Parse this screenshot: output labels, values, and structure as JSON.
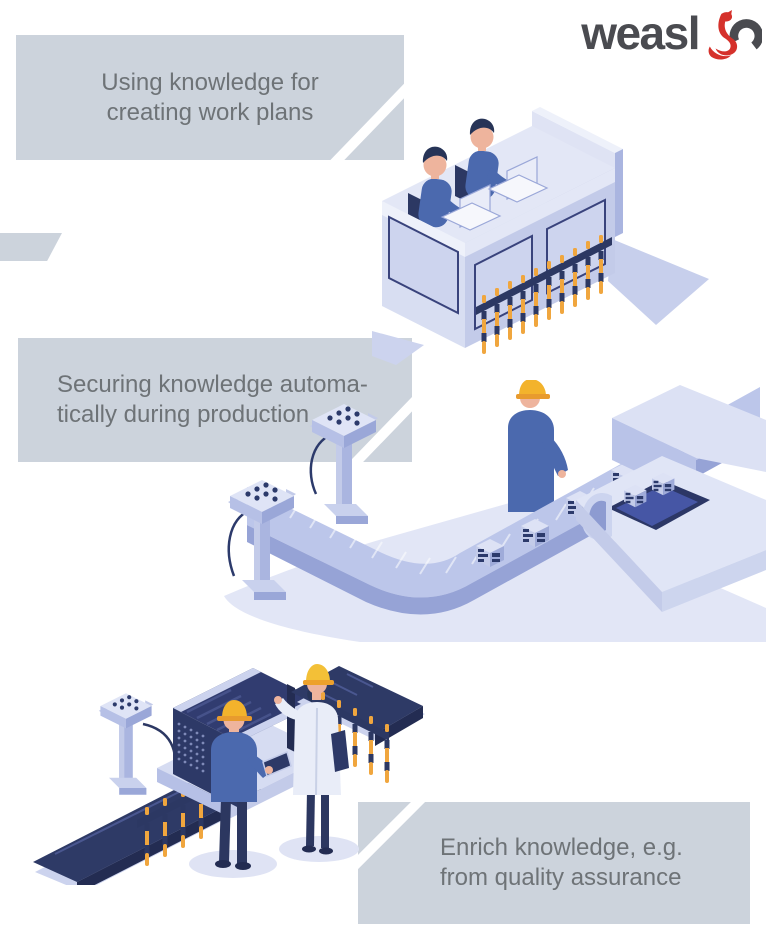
{
  "logo": {
    "text": "weasl",
    "icon": "weasel-crescent-icon"
  },
  "captions": {
    "step1": {
      "lines": [
        "Using knowledge for",
        "creating work plans"
      ]
    },
    "step2": {
      "lines": [
        "Securing knowledge automa-",
        "tically during production"
      ]
    },
    "step3": {
      "lines": [
        "Enrich knowledge, e.g.",
        "from quality assurance"
      ]
    }
  },
  "illustrations": {
    "step1": "two-planners-with-laptops-on-platform",
    "step2": "automated-conveyor-line-with-worker",
    "step3": "quality-inspection-station-with-two-workers"
  },
  "palette": {
    "background": "#ffffff",
    "caption_box_bg": "#ccd3dc",
    "caption_text": "#6e7377",
    "logo_gray": "#4a4b50",
    "logo_red": "#d5312b",
    "illo_light": "#e0e4f5",
    "illo_mid": "#c3cbe9",
    "illo_deep": "#aab5e0",
    "illo_navy": "#2c3863",
    "dark_belt": "#2e3a66",
    "figure_blue": "#4b69ae",
    "skin": "#eeb49d",
    "hat_yellow": "#f3b32c",
    "tool_orange": "#f0a63e"
  }
}
